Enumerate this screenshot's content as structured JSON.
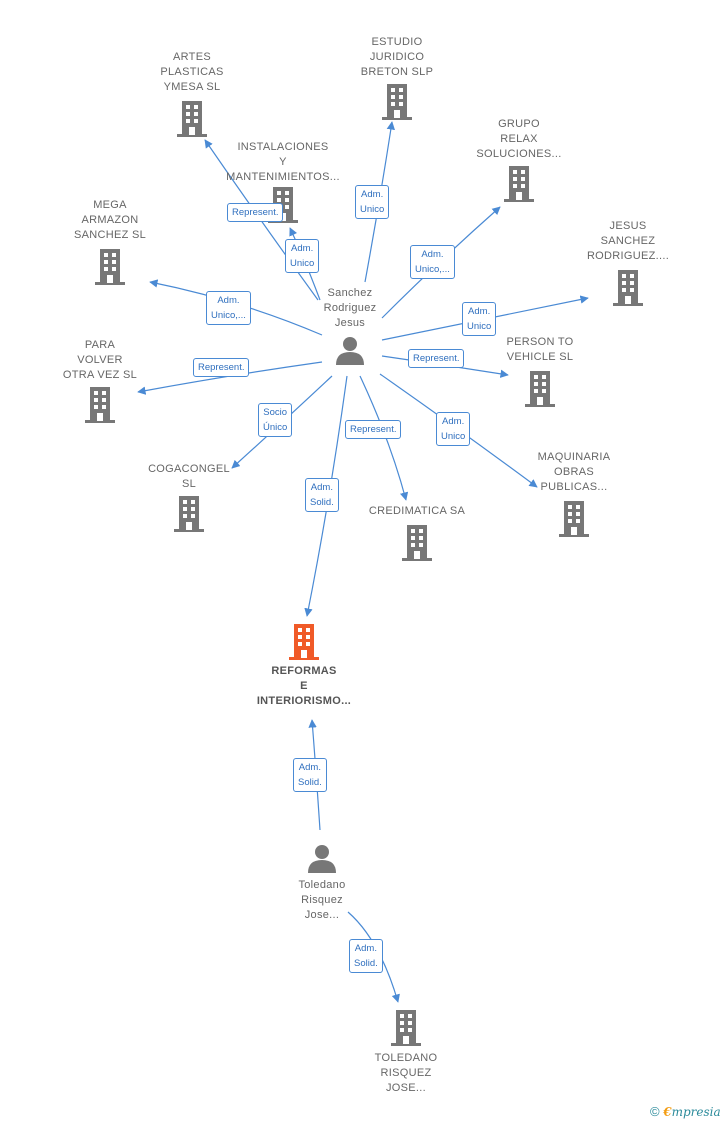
{
  "colors": {
    "edge": "#4a8ad4",
    "icon": "#777777",
    "focus_icon": "#f05a28"
  },
  "nodes": {
    "sanchez": "Sanchez\nRodriguez\nJesus",
    "artes": "ARTES\nPLASTICAS\nYMESA SL",
    "estudio": "ESTUDIO\nJURIDICO\nBRETON  SLP",
    "instalaciones": "INSTALACIONES\nY\nMANTENIMIENTOS...",
    "grupo": "GRUPO\nRELAX\nSOLUCIONES...",
    "mega": "MEGA\nARMAZON\nSANCHEZ  SL",
    "jesus": "JESUS\nSANCHEZ\nRODRIGUEZ....",
    "para": "PARA\nVOLVER\nOTRA VEZ SL",
    "person": "PERSON TO\nVEHICLE SL",
    "cogacongel": "COGACONGEL\nSL",
    "maquinaria": "MAQUINARIA\nOBRAS\nPUBLICAS...",
    "credimatica": "CREDIMATICA SA",
    "reformas": "REFORMAS\nE\nINTERIORISMO...",
    "toledano_p": "Toledano\nRisquez\nJose...",
    "toledano_c": "TOLEDANO\nRISQUEZ\nJOSE..."
  },
  "edge_labels": {
    "represent_artes": "Represent.",
    "adm_estudio": "Adm.\nUnico",
    "adm_instal": "Adm.\nUnico",
    "adm_grupo": "Adm.\nUnico,...",
    "adm_mega": "Adm.\nUnico,...",
    "adm_jesus": "Adm.\nUnico",
    "represent_para": "Represent.",
    "represent_person": "Represent.",
    "socio_coga": "Socio\nÚnico",
    "represent_credi": "Represent.",
    "adm_maquinaria": "Adm.\nUnico",
    "adm_solid_reformas": "Adm.\nSolid.",
    "adm_solid_toledano_reformas": "Adm.\nSolid.",
    "adm_solid_toledano_co": "Adm.\nSolid."
  },
  "footer": {
    "copyright_symbol": "©",
    "brand_initial": "€",
    "brand_rest": "mpresia"
  }
}
